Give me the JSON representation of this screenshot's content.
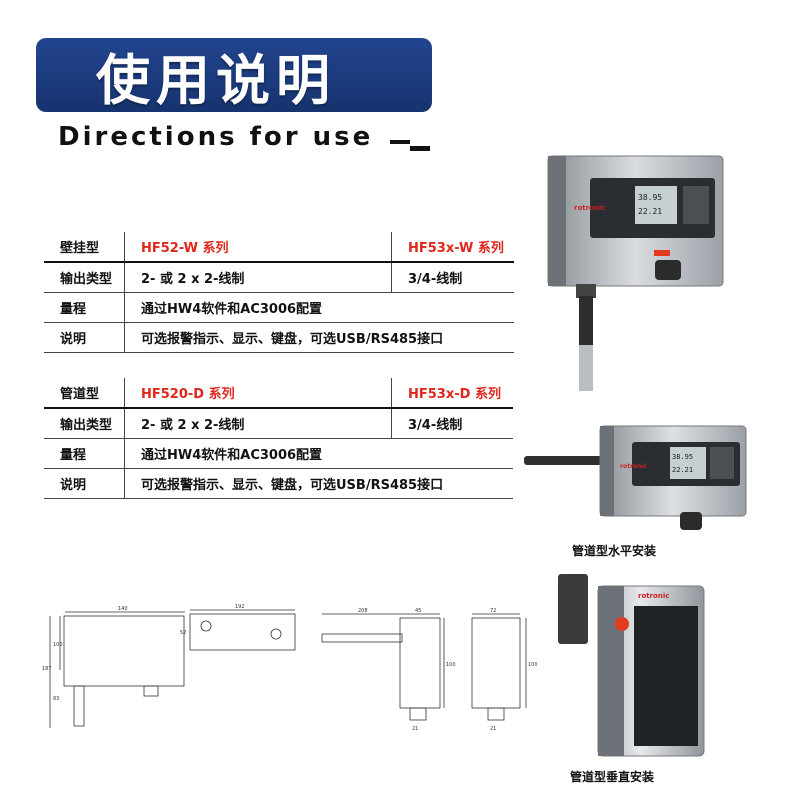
{
  "banner": {
    "title": "使用说明"
  },
  "subtitle": "Directions for use",
  "wall": {
    "rows": [
      [
        "壁挂型",
        "HF52-W 系列",
        "HF53x-W 系列"
      ],
      [
        "输出类型",
        "2- 或 2 x 2-线制",
        "3/4-线制"
      ],
      [
        "量程",
        "通过HW4软件和AC3006配置",
        ""
      ],
      [
        "说明",
        "可选报警指示、显示、键盘，可选USB/RS485接口",
        ""
      ]
    ]
  },
  "duct": {
    "rows": [
      [
        "管道型",
        "HF520-D 系列",
        "HF53x-D 系列"
      ],
      [
        "输出类型",
        "2- 或 2 x 2-线制",
        "3/4-线制"
      ],
      [
        "量程",
        "通过HW4软件和AC3006配置",
        ""
      ],
      [
        "说明",
        "可选报警指示、显示、键盘，可选USB/RS485接口",
        ""
      ]
    ]
  },
  "captions": {
    "horizontal": "管道型水平安装",
    "vertical": "管道型垂直安装"
  },
  "device": {
    "brand": "rotronic",
    "display_line1": "38.95",
    "display_line2": "22.21",
    "accent_color": "#e23a1d"
  },
  "drawings": {
    "d1_width": "140",
    "d1_height": "100",
    "d1_total": "187",
    "d1_probe": "83",
    "d2_width": "192",
    "d2_side": "52",
    "d3_width": "208",
    "d3_depth": "45",
    "d3_height": "100",
    "d3_bottom": "21",
    "d4_width": "72",
    "d4_height": "100",
    "d4_bottom": "21"
  }
}
